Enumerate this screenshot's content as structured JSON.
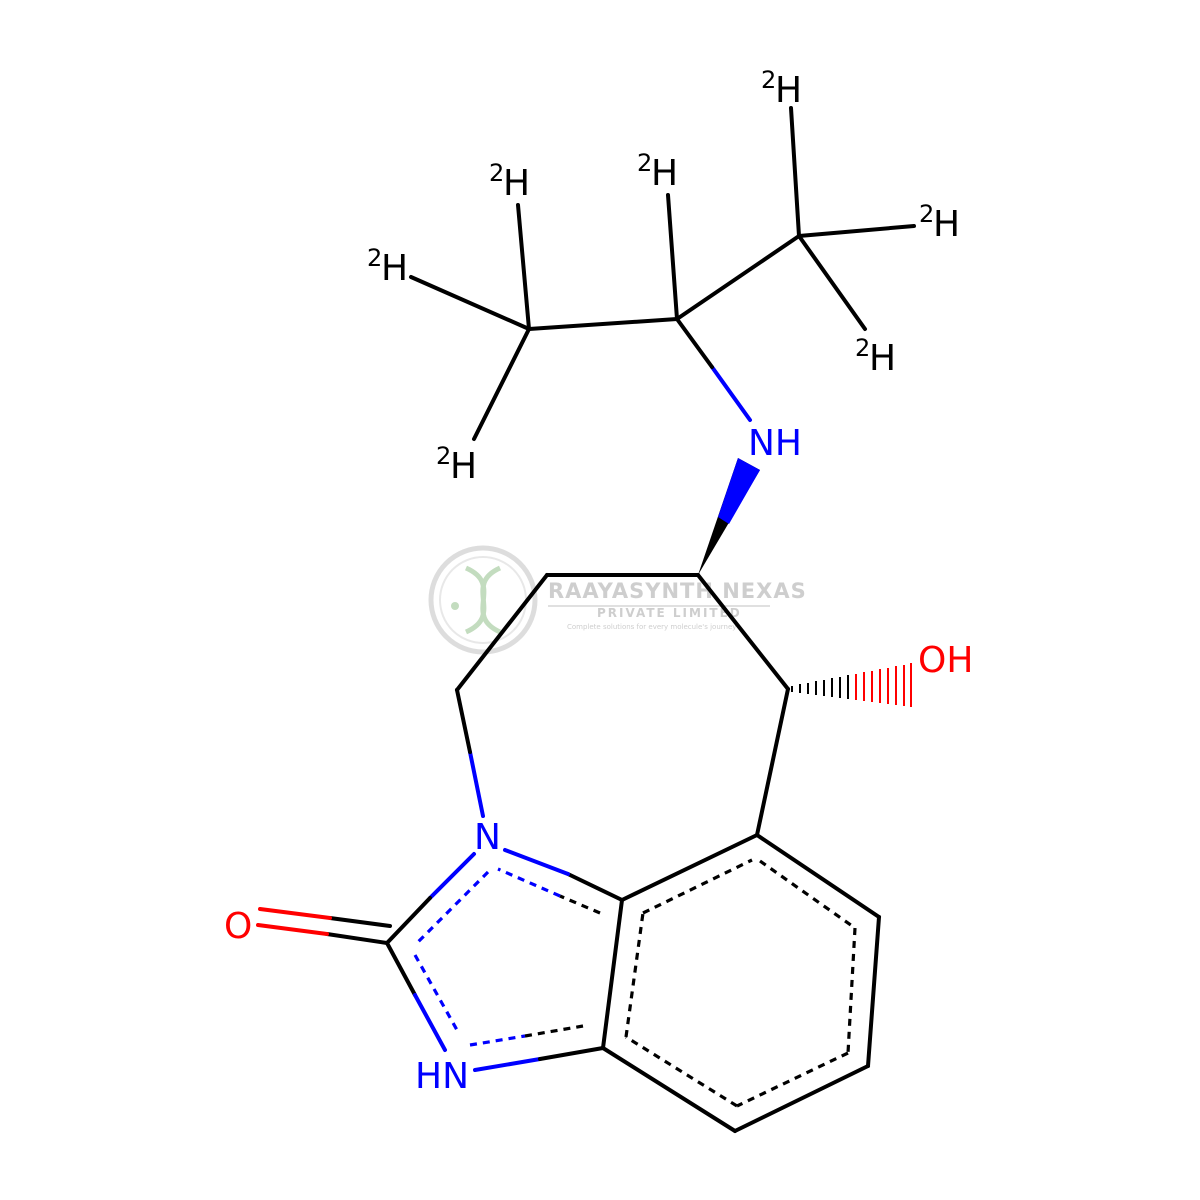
{
  "molecule": {
    "atoms": {
      "o_carbonyl": "O",
      "nh_ring": "HN",
      "n_ring": "N",
      "oh": "OH",
      "nh_amine": "NH",
      "deuterium_label": "H",
      "deuterium_mass": "2"
    },
    "colors": {
      "carbon": "#000000",
      "nitrogen": "#0000ff",
      "oxygen": "#ff0000"
    }
  },
  "watermark": {
    "company": "RAAYASYNTH NEXAS",
    "subtitle": "PRIVATE LIMITED",
    "tagline": "Complete solutions for every molecule's journey",
    "colors": {
      "green": "#b9d7b4",
      "grey": "#c6c6c6"
    }
  }
}
